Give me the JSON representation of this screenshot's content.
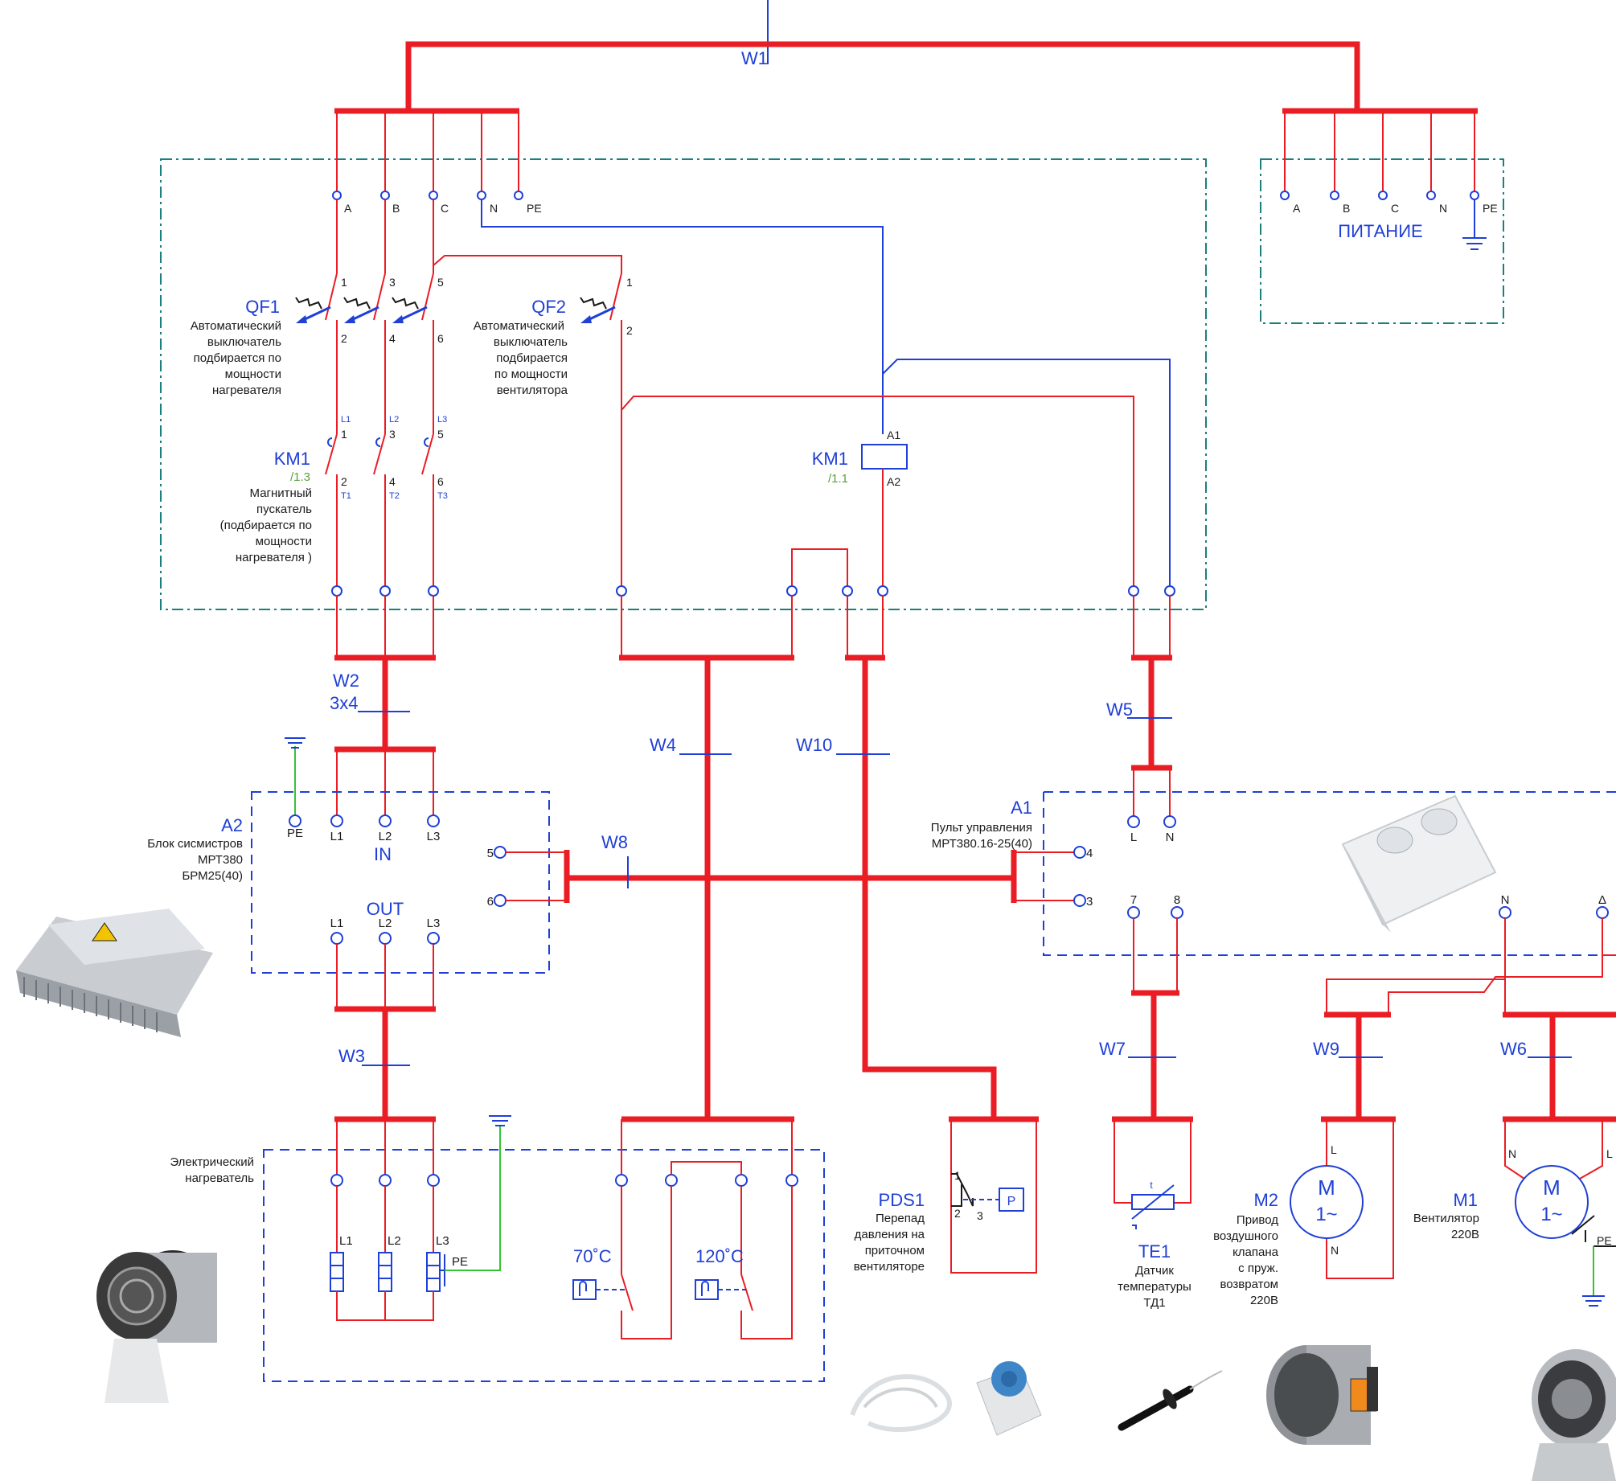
{
  "colors": {
    "wire": "#ea1c24",
    "label": "#1f3fd6",
    "frame": "#1a7f7f",
    "ground": "#36c236",
    "ref": "#5aa03c"
  },
  "cables": {
    "w1": "W1",
    "w2": "W2",
    "w2_section": "3x4",
    "w3": "W3",
    "w4": "W4",
    "w5": "W5",
    "w6": "W6",
    "w7": "W7",
    "w8": "W8",
    "w9": "W9",
    "w10": "W10"
  },
  "terminals": {
    "a": "A",
    "b": "B",
    "c": "C",
    "n": "N",
    "pe": "PE",
    "l": "L",
    "l1": "L1",
    "l2": "L2",
    "l3": "L3",
    "t1": "T1",
    "t2": "T2",
    "t3": "T3",
    "delta": "Δ"
  },
  "pins": {
    "p1": "1",
    "p2": "2",
    "p3": "3",
    "p4": "4",
    "p5": "5",
    "p6": "6",
    "p7": "7",
    "p8": "8",
    "a1": "A1",
    "a2": "A2"
  },
  "supply": {
    "label": "ПИТАНИЕ"
  },
  "qf1": {
    "tag": "QF1",
    "line1": "Автоматический",
    "line2": "выключатель",
    "line3": "подбирается по",
    "line4": "мощности",
    "line5": "нагревателя"
  },
  "qf2": {
    "tag": "QF2",
    "line1": "Автоматический",
    "line2": "выключатель",
    "line3": "подбирается",
    "line4": "по мощности",
    "line5": "вентилятора"
  },
  "km1_contacts": {
    "tag": "KM1",
    "ref": "/1.3",
    "line1": "Магнитный",
    "line2": "пускатель",
    "line3": "(подбирается по",
    "line4": "мощности",
    "line5": "нагревателя )"
  },
  "km1_coil": {
    "tag": "KM1",
    "ref": "/1.1"
  },
  "a2": {
    "tag": "A2",
    "line1": "Блок сисмистров",
    "line2": "МРТ380",
    "line3": "БРМ25(40)",
    "in": "IN",
    "out": "OUT"
  },
  "a1": {
    "tag": "A1",
    "line1": "Пульт управления",
    "line2": "МРТ380.16-25(40)"
  },
  "heater": {
    "line1": "Электрический",
    "line2": "нагреватель",
    "t70": "70˚C",
    "t120": "120˚C"
  },
  "pds1": {
    "tag": "PDS1",
    "line1": "Перепад",
    "line2": "давления на",
    "line3": "приточном",
    "line4": "вентиляторе",
    "p": "P"
  },
  "te1": {
    "tag": "TE1",
    "line1": "Датчик",
    "line2": "температуры",
    "line3": "ТД1"
  },
  "m2": {
    "tag": "M2",
    "line1": "Привод",
    "line2": "воздушного",
    "line3": "клапана",
    "line4": "с пруж.",
    "line5": "возвратом",
    "line6": "220В"
  },
  "m1": {
    "tag": "M1",
    "line1": "Вентилятор",
    "line2": "220В"
  },
  "motor": {
    "m": "M",
    "phase": "1~"
  },
  "photos": [
    "controller-unit-photo",
    "heater-photo",
    "control-panel-photo",
    "pressure-switch-photo",
    "temperature-sensor-photo",
    "damper-actuator-photo",
    "fan-photo"
  ]
}
